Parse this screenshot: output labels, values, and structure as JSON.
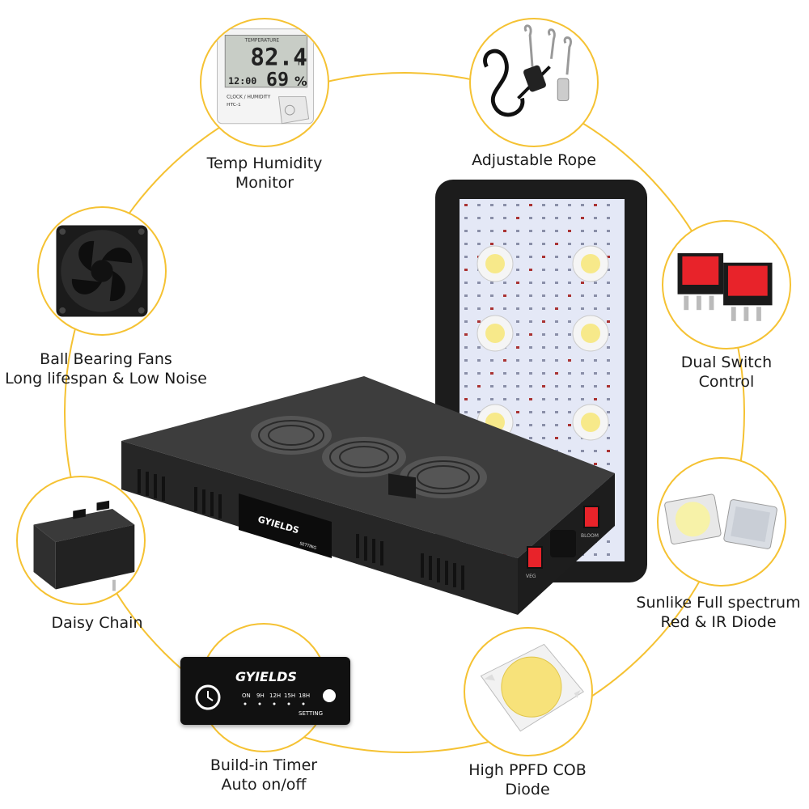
{
  "features": {
    "temp_humidity": {
      "lines": [
        "Temp Humidity",
        "Monitor"
      ],
      "display_temp": "82.4",
      "display_unit": "F",
      "display_time": "12:00",
      "display_humidity": "69",
      "display_pct": "%",
      "display_top": "TEMPERATURE",
      "display_bottom": "CLOCK / HUMIDITY",
      "model": "HTC-1"
    },
    "rope": {
      "lines": [
        "Adjustable Rope"
      ]
    },
    "fans": {
      "lines": [
        "Ball Bearing Fans",
        "Long lifespan & Low Noise"
      ]
    },
    "switch": {
      "lines": [
        "Dual Switch",
        "Control"
      ]
    },
    "daisy": {
      "lines": [
        "Daisy Chain"
      ]
    },
    "diode": {
      "lines": [
        "Sunlike Full spectrum",
        "Red & IR Diode"
      ]
    },
    "timer": {
      "lines": [
        "Build-in Timer",
        "Auto on/off"
      ],
      "brand": "GYIELDS",
      "hours": [
        "ON",
        "9H",
        "12H",
        "15H",
        "18H"
      ],
      "setting": "SETTING"
    },
    "cob": {
      "lines": [
        "High PPFD COB",
        "Diode"
      ]
    }
  },
  "product": {
    "brand": "GYIELDS",
    "setting": "SETTING",
    "veg_label": "VEG",
    "bloom_label": "BLOOM"
  },
  "colors": {
    "ring": "#f5c233",
    "switch_red": "#e8232a",
    "panel_black": "#2a2a2a"
  }
}
